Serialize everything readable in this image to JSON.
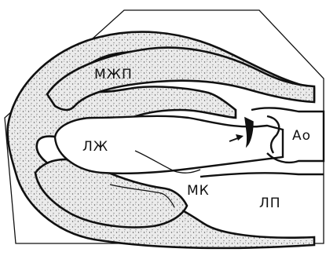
{
  "diagram": {
    "labels": {
      "septum": "МЖП",
      "left_ventricle": "ЛЖ",
      "mitral_valve": "МК",
      "left_atrium": "ЛП",
      "aorta": "Ао"
    },
    "colors": {
      "ink": "#111111",
      "tissue_fill": "#e6e6e6",
      "background": "#ffffff"
    }
  }
}
